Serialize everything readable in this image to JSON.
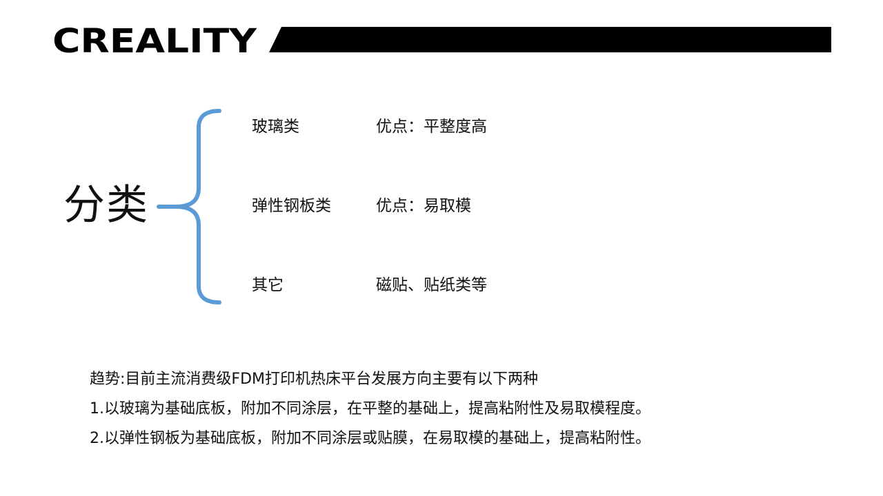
{
  "brand": {
    "name": "CREALITY",
    "color": "#000000"
  },
  "main_title": "分类",
  "brace_color": "#5b9bd5",
  "categories": [
    {
      "label": "玻璃类",
      "desc": "优点：平整度高"
    },
    {
      "label": "弹性钢板类",
      "desc": "优点：易取模"
    },
    {
      "label": "其它",
      "desc": "磁贴、贴纸类等"
    }
  ],
  "trend": {
    "heading": "趋势:目前主流消费级FDM打印机热床平台发展方向主要有以下两种",
    "points": [
      "1.以玻璃为基础底板，附加不同涂层，在平整的基础上，提高粘附性及易取模程度。",
      "2.以弹性钢板为基础底板，附加不同涂层或贴膜，在易取模的基础上，提高粘附性。"
    ]
  }
}
